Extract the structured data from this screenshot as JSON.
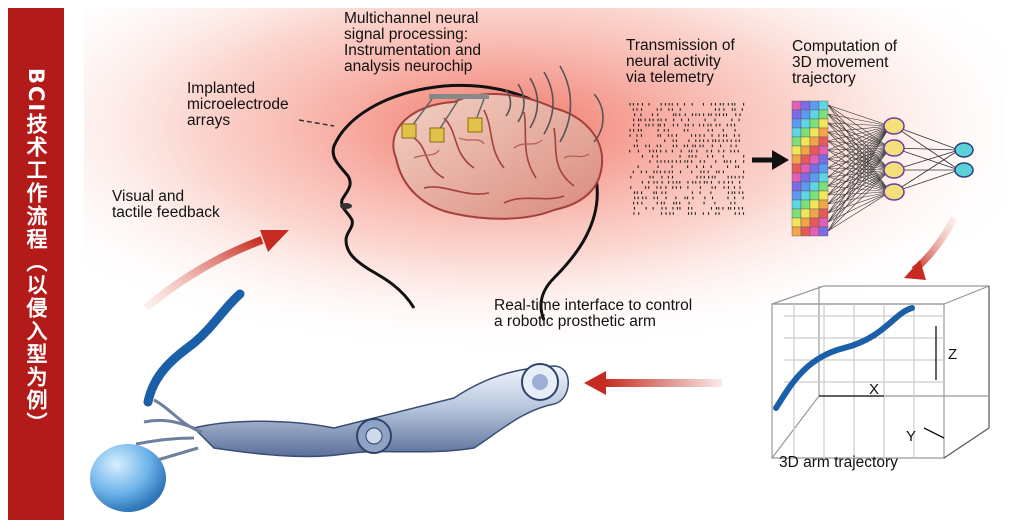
{
  "sidebar": {
    "title": "BCI技术工作流程（以侵入型为例）",
    "color": "#b31b1b"
  },
  "labels": {
    "signal_processing": "Multichannel neural\nsignal processing:\nInstrumentation and\nanalysis neurochip",
    "transmission": "Transmission of\nneural activity\nvia telemetry",
    "computation": "Computation of\n3D movement\ntrajectory",
    "implanted": "Implanted\nmicroelectrode\narrays",
    "feedback": "Visual and\ntactile feedback",
    "interface": "Real-time interface to control\na robotic prosthetic arm",
    "trajectory": "3D arm trajectory"
  },
  "axes": {
    "x": "X",
    "y": "Y",
    "z": "Z"
  },
  "colors": {
    "glow": "#f26a5a",
    "arrow": "#c62b21",
    "trajectory": "#1b5fa8",
    "brain": "#e8b7a8"
  },
  "icons": [
    "brain-icon",
    "head-outline-icon",
    "telemetry-wave-icon",
    "neural-network-icon",
    "robotic-arm-icon",
    "ball-icon"
  ]
}
